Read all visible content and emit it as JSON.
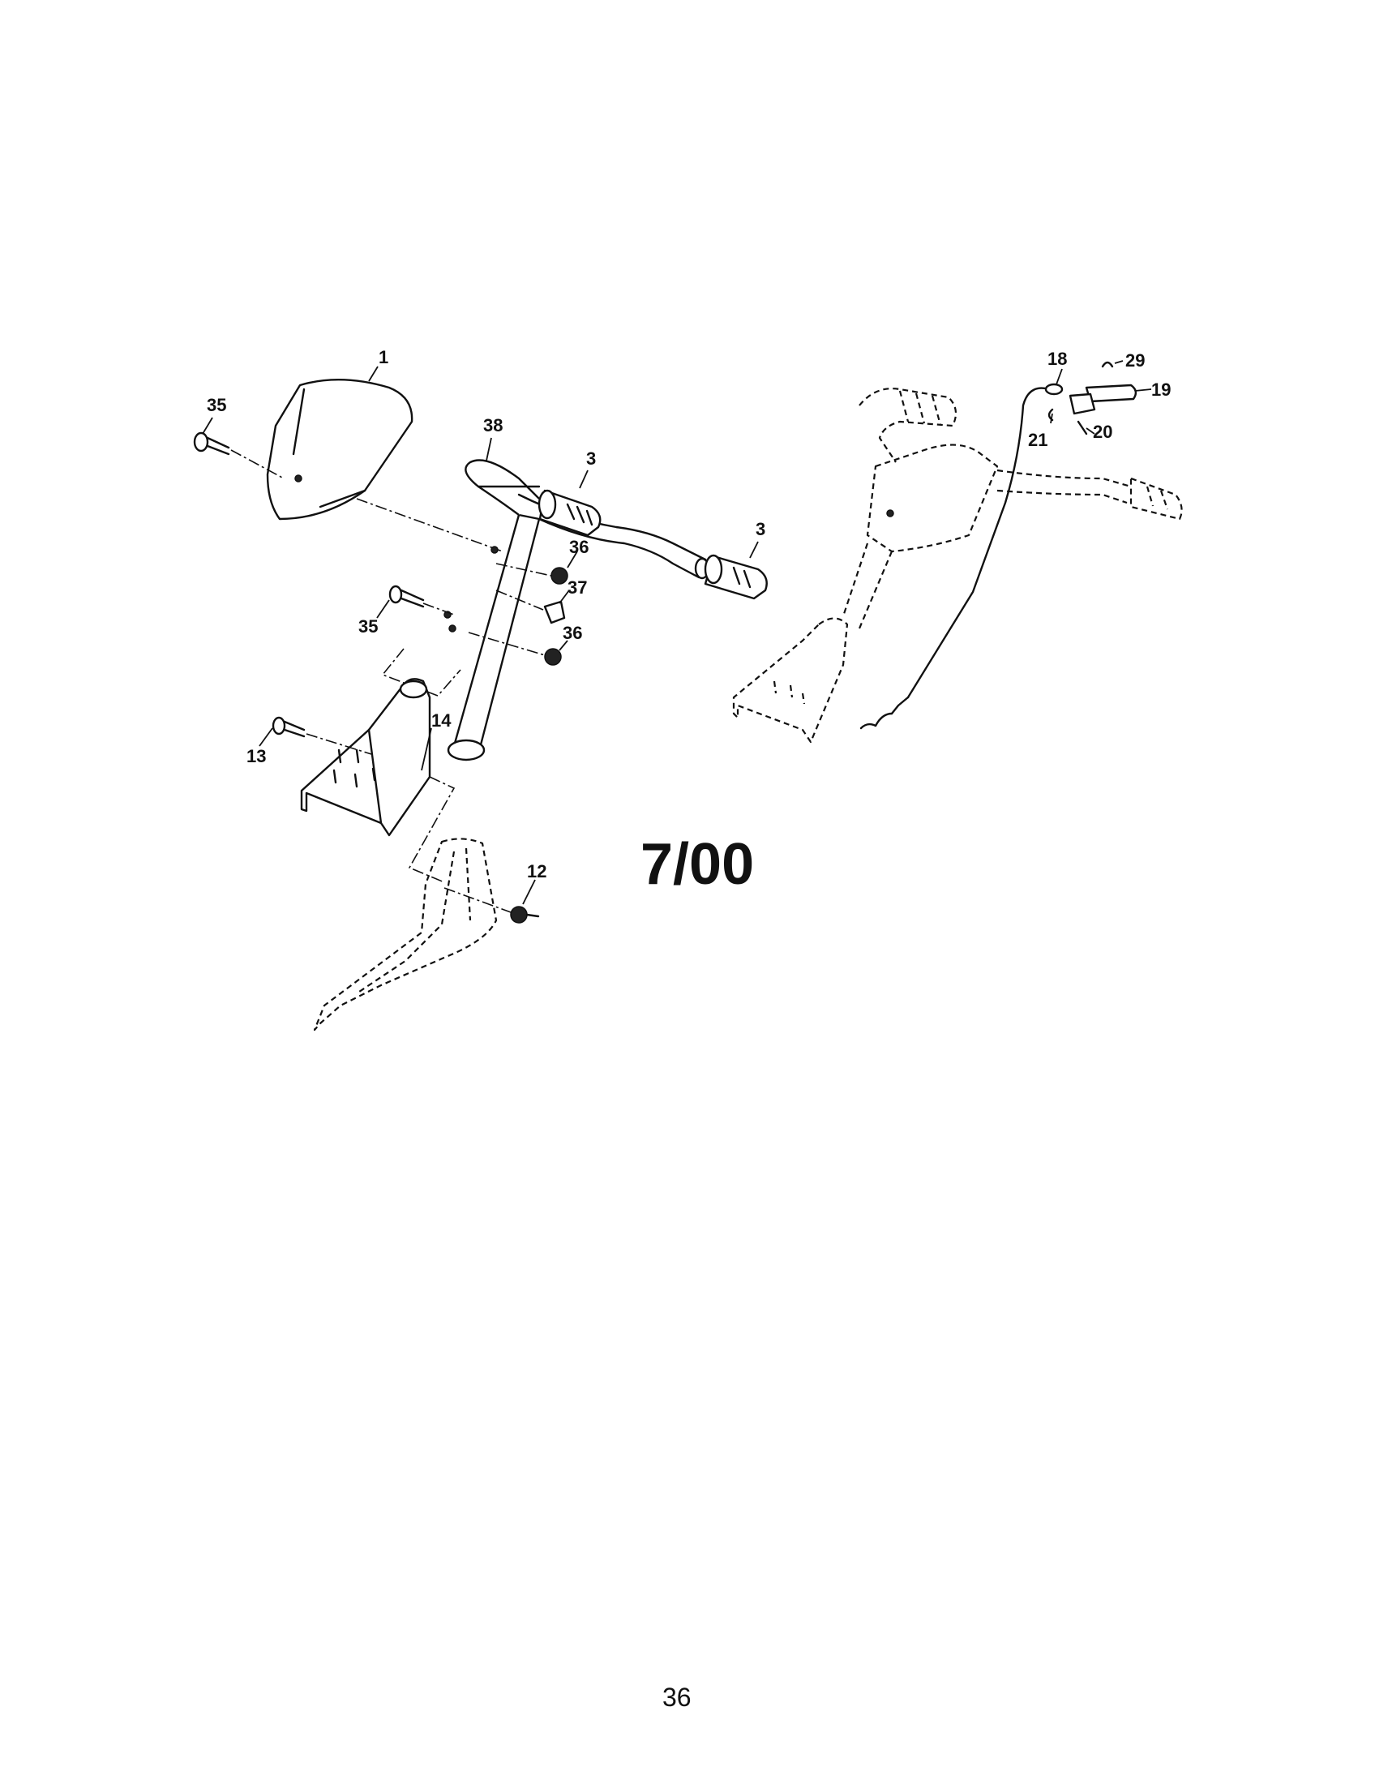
{
  "callouts": {
    "c1": "1",
    "c35a": "35",
    "c38": "38",
    "c3a": "3",
    "c3b": "3",
    "c36a": "36",
    "c37": "37",
    "c35b": "35",
    "c36b": "36",
    "c14": "14",
    "c13": "13",
    "c12": "12",
    "c18": "18",
    "c29": "29",
    "c19": "19",
    "c21": "21",
    "c20": "20"
  },
  "revision_date": "7/00",
  "page_number": "36"
}
